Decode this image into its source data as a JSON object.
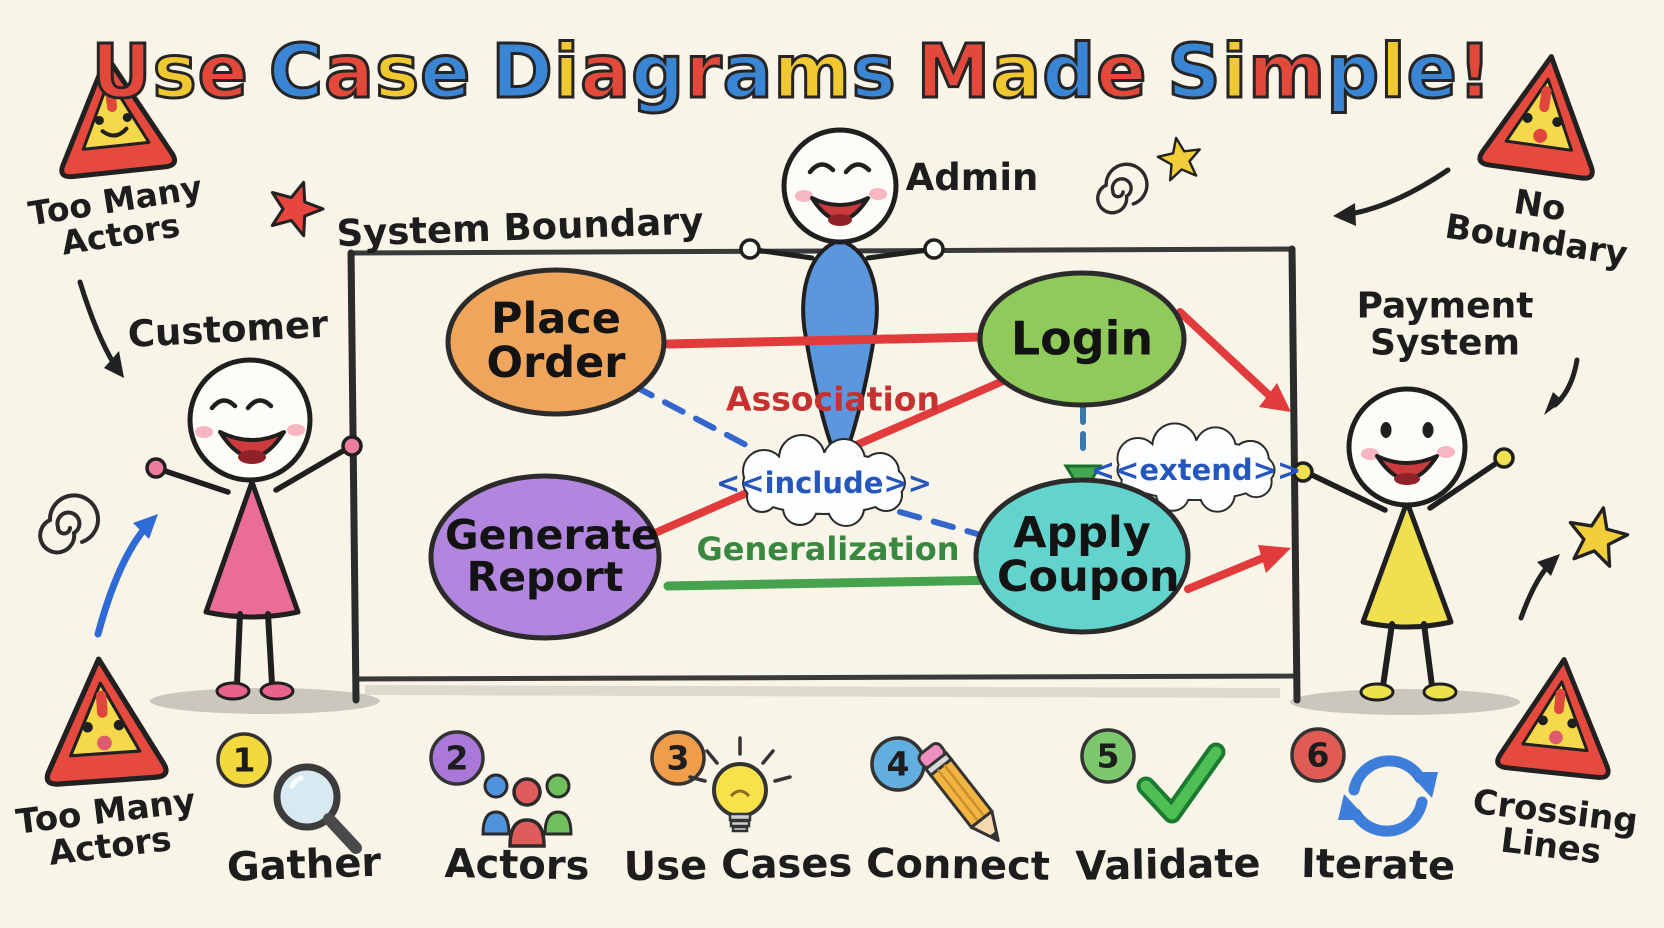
{
  "title": {
    "text": "Use Case Diagrams Made Simple!",
    "letters": [
      {
        "ch": "U",
        "color": "#e2493b"
      },
      {
        "ch": "s",
        "color": "#f0c832"
      },
      {
        "ch": "e",
        "color": "#e2493b"
      },
      {
        "ch": " "
      },
      {
        "ch": "C",
        "color": "#3b86d4"
      },
      {
        "ch": "a",
        "color": "#e2493b"
      },
      {
        "ch": "s",
        "color": "#f0c832"
      },
      {
        "ch": "e",
        "color": "#3b86d4"
      },
      {
        "ch": " "
      },
      {
        "ch": "D",
        "color": "#3b86d4"
      },
      {
        "ch": "i",
        "color": "#f0c832"
      },
      {
        "ch": "a",
        "color": "#e2493b"
      },
      {
        "ch": "g",
        "color": "#3b86d4"
      },
      {
        "ch": "r",
        "color": "#e2493b"
      },
      {
        "ch": "a",
        "color": "#3b86d4"
      },
      {
        "ch": "m",
        "color": "#f0c832"
      },
      {
        "ch": "s",
        "color": "#3b86d4"
      },
      {
        "ch": " "
      },
      {
        "ch": "M",
        "color": "#e2493b"
      },
      {
        "ch": "a",
        "color": "#f0c832"
      },
      {
        "ch": "d",
        "color": "#3b86d4"
      },
      {
        "ch": "e",
        "color": "#e2493b"
      },
      {
        "ch": " "
      },
      {
        "ch": "S",
        "color": "#3b86d4"
      },
      {
        "ch": "i",
        "color": "#f0c832"
      },
      {
        "ch": "m",
        "color": "#e2493b"
      },
      {
        "ch": "p",
        "color": "#3b86d4"
      },
      {
        "ch": "l",
        "color": "#f0c832"
      },
      {
        "ch": "e",
        "color": "#3b86d4"
      },
      {
        "ch": "!",
        "color": "#e2493b"
      }
    ]
  },
  "colors": {
    "background": "#f8f4e7",
    "ink": "#1f1f1f",
    "association_red": "#e23b3b",
    "include_blue": "#3566cc",
    "generalization_green": "#46a24c",
    "cloud_text_blue": "#2456bd",
    "warning_red": "#e64a3e",
    "warning_yellow": "#f6d84b"
  },
  "labels": {
    "system_boundary": "System Boundary",
    "customer": "Customer",
    "admin": "Admin",
    "payment_system": "Payment System",
    "too_many_actors_top": "Too Many Actors",
    "too_many_actors_bottom": "Too Many Actors",
    "no_boundary": "No Boundary",
    "crossing_lines": "Crossing Lines"
  },
  "use_cases": [
    {
      "label": "Place Order",
      "fill": "#f0a55c"
    },
    {
      "label": "Login",
      "fill": "#8fca5a"
    },
    {
      "label": "Generate Report",
      "fill": "#b285de"
    },
    {
      "label": "Apply Coupon",
      "fill": "#63d4cd"
    }
  ],
  "relations": {
    "association": "Association",
    "include": "<<include>>",
    "extend": "<<extend>>",
    "generalization": "Generalization"
  },
  "steps": [
    {
      "num": "1",
      "label": "Gather",
      "icon": "magnifier-icon",
      "badge": "#f3d93e"
    },
    {
      "num": "2",
      "label": "Actors",
      "icon": "people-icon",
      "badge": "#a978d8"
    },
    {
      "num": "3",
      "label": "Use Cases",
      "icon": "lightbulb-icon",
      "badge": "#ef9d4b"
    },
    {
      "num": "4",
      "label": "Connect",
      "icon": "pencil-icon",
      "badge": "#62aede"
    },
    {
      "num": "5",
      "label": "Validate",
      "icon": "checkmark-icon",
      "badge": "#7cc86d"
    },
    {
      "num": "6",
      "label": "Iterate",
      "icon": "iterate-icon",
      "badge": "#e15b55"
    }
  ],
  "decorations": [
    "warning-triangle",
    "red-star",
    "yellow-star",
    "spiral-doodle",
    "curved-arrow"
  ]
}
